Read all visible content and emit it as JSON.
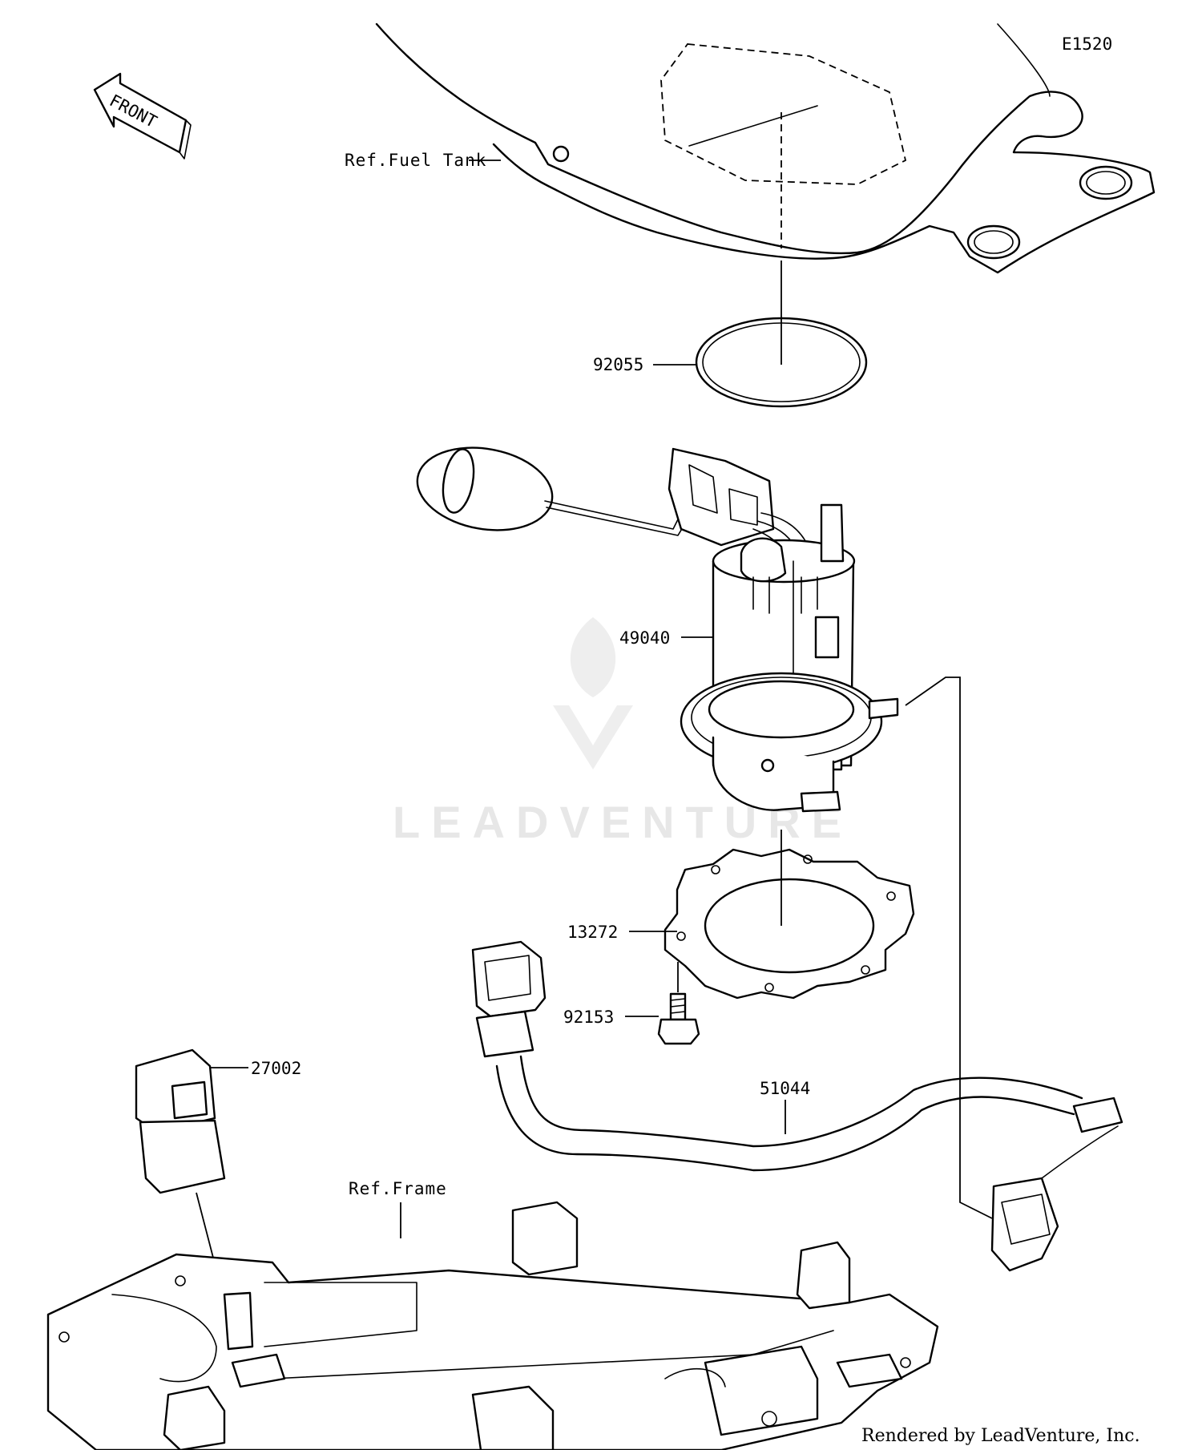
{
  "diagram": {
    "code": "E1520",
    "direction_label": "FRONT",
    "ref_labels": {
      "fuel_tank": "Ref.Fuel Tank",
      "frame": "Ref.Frame"
    },
    "parts": [
      {
        "number": "92055"
      },
      {
        "number": "49040"
      },
      {
        "number": "13272"
      },
      {
        "number": "92153"
      },
      {
        "number": "27002"
      },
      {
        "number": "51044"
      }
    ],
    "watermark": "LEADVENTURE",
    "footer": "Rendered by LeadVenture, Inc."
  }
}
